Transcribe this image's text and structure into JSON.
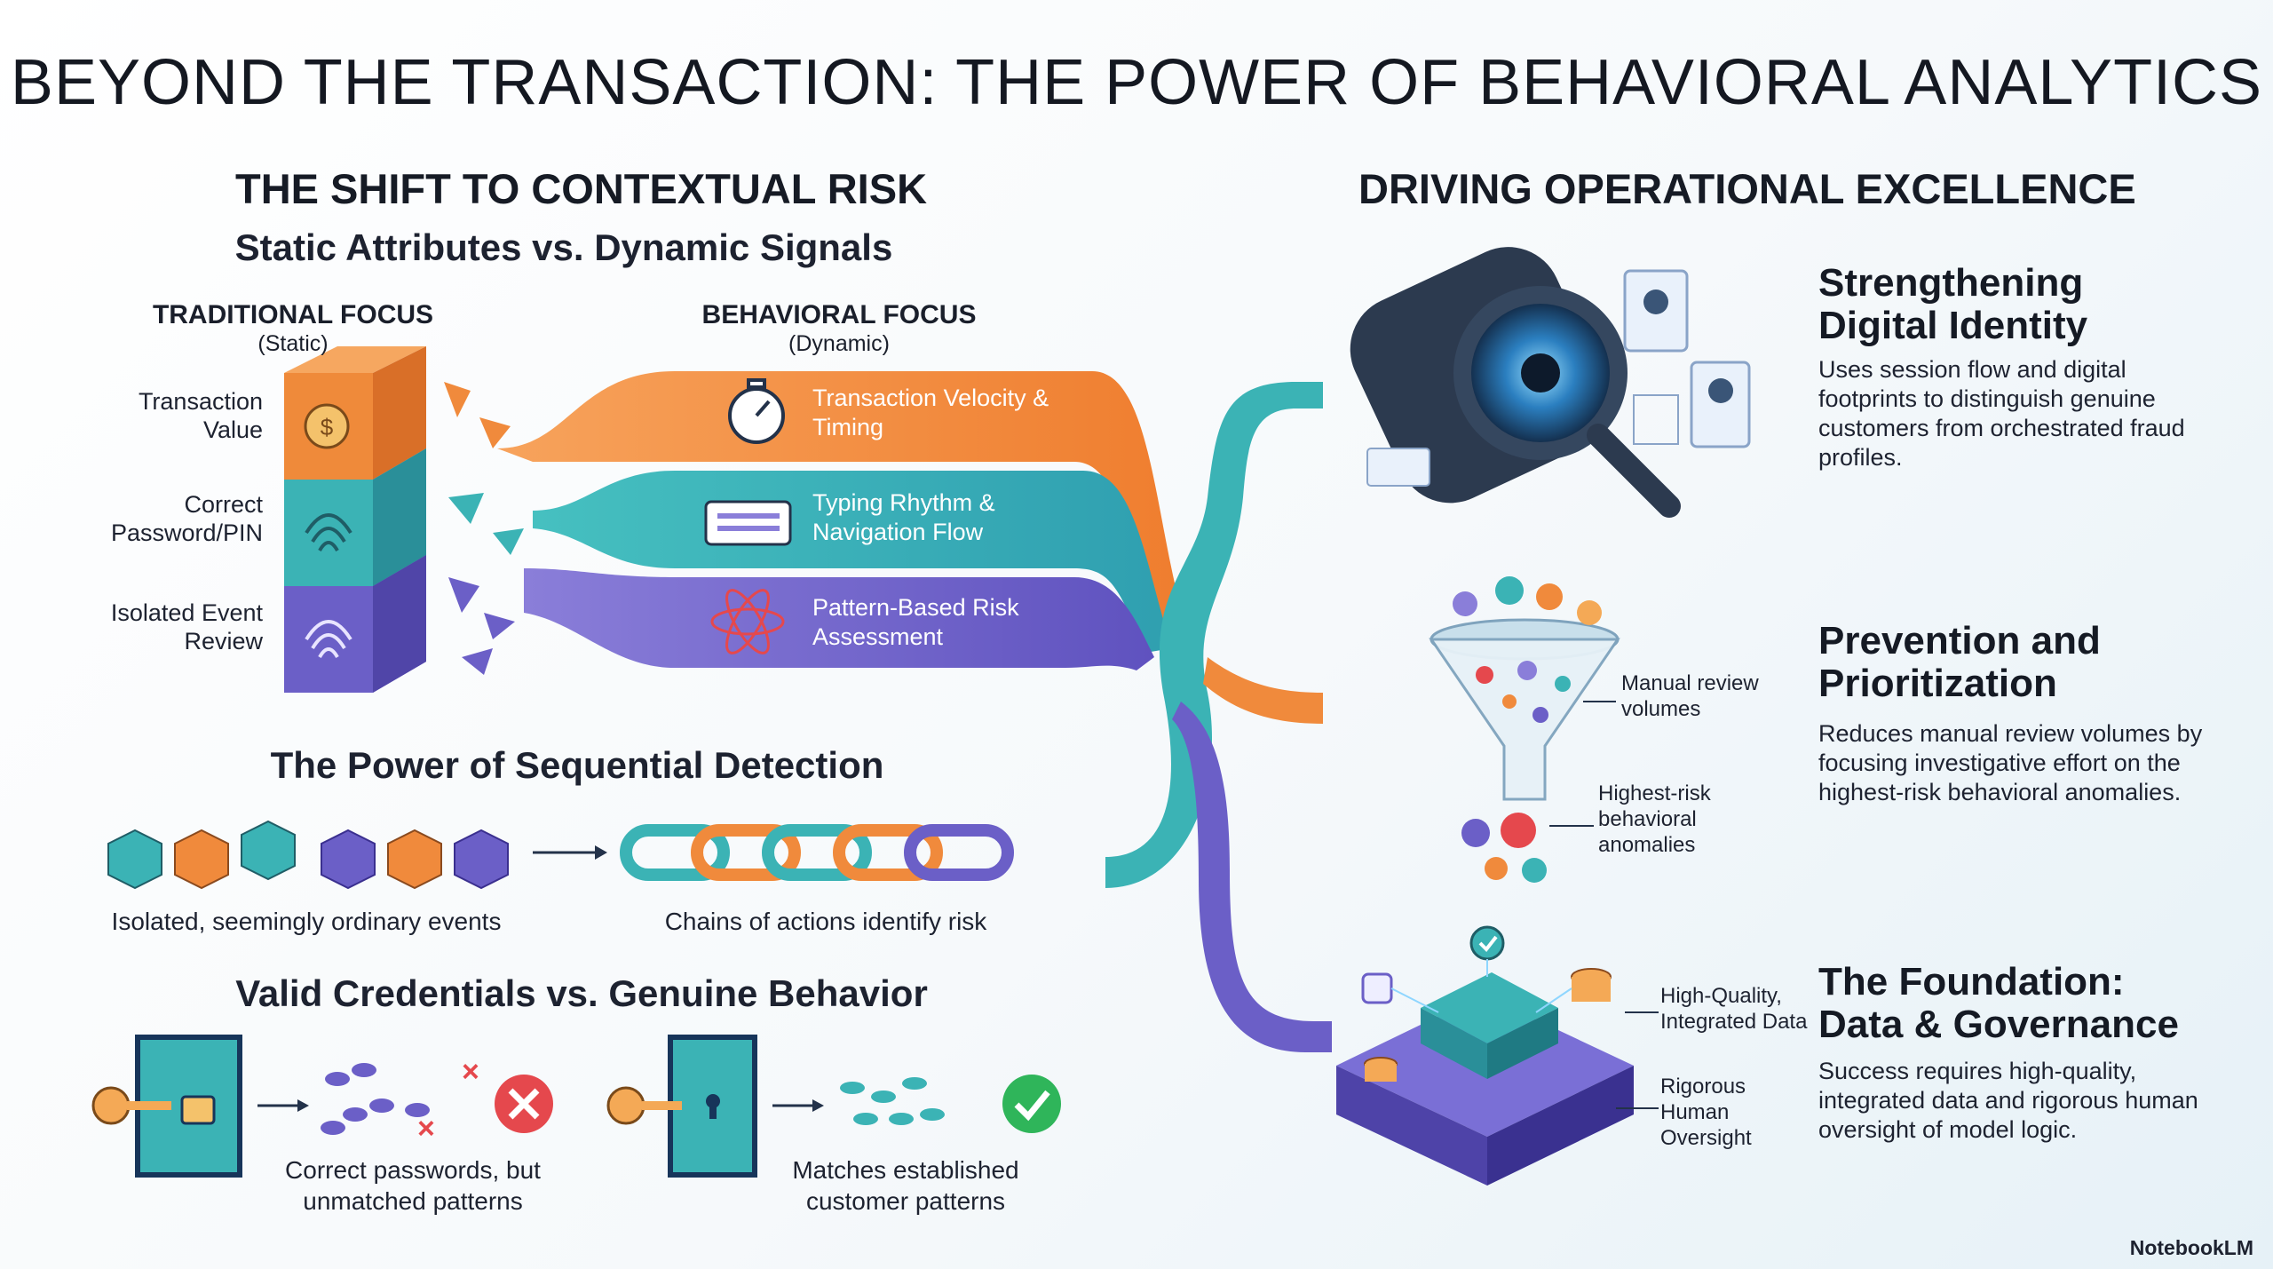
{
  "title": "BEYOND THE TRANSACTION: THE POWER OF BEHAVIORAL ANALYTICS",
  "left": {
    "heading": "THE SHIFT TO CONTEXTUAL RISK",
    "comparison_title": "Static Attributes vs. Dynamic Signals",
    "traditional": {
      "label": "TRADITIONAL FOCUS",
      "sub": "(Static)"
    },
    "behavioral": {
      "label": "BEHAVIORAL FOCUS",
      "sub": "(Dynamic)"
    },
    "static_items": [
      "Transaction Value",
      "Correct Password/PIN",
      "Isolated Event Review"
    ],
    "dynamic_items": [
      "Transaction Velocity & Timing",
      "Typing Rhythm & Navigation Flow",
      "Pattern-Based Risk Assessment"
    ],
    "sequential": {
      "title": "The Power of Sequential Detection",
      "left_caption": "Isolated, seemingly ordinary events",
      "right_caption": "Chains of actions identify risk"
    },
    "credentials": {
      "title": "Valid Credentials vs. Genuine Behavior",
      "bad_caption": "Correct passwords, but unmatched patterns",
      "good_caption": "Matches established customer patterns"
    }
  },
  "right": {
    "heading": "DRIVING OPERATIONAL EXCELLENCE",
    "items": [
      {
        "title": "Strengthening Digital Identity",
        "body": "Uses session flow and digital footprints to distinguish genuine customers from orchestrated fraud profiles."
      },
      {
        "title": "Prevention and Prioritization",
        "body": "Reduces manual review volumes by focusing investigative effort on the highest-risk behavioral anomalies."
      },
      {
        "title": "The Foundation: Data & Governance",
        "body": "Success requires high-quality, integrated data and rigorous human oversight of model logic."
      }
    ],
    "funnel_labels": {
      "top": "Manual review volumes",
      "bottom": "Highest-risk behavioral anomalies"
    },
    "platform_labels": {
      "top": "High-Quality, Integrated Data",
      "bottom": "Rigorous Human Oversight"
    }
  },
  "brand": "NotebookLM",
  "colors": {
    "orange": "#f08a3c",
    "teal": "#3bb3b5",
    "purple": "#6b5fc7",
    "red": "#e5484d",
    "green": "#2fb55a"
  }
}
